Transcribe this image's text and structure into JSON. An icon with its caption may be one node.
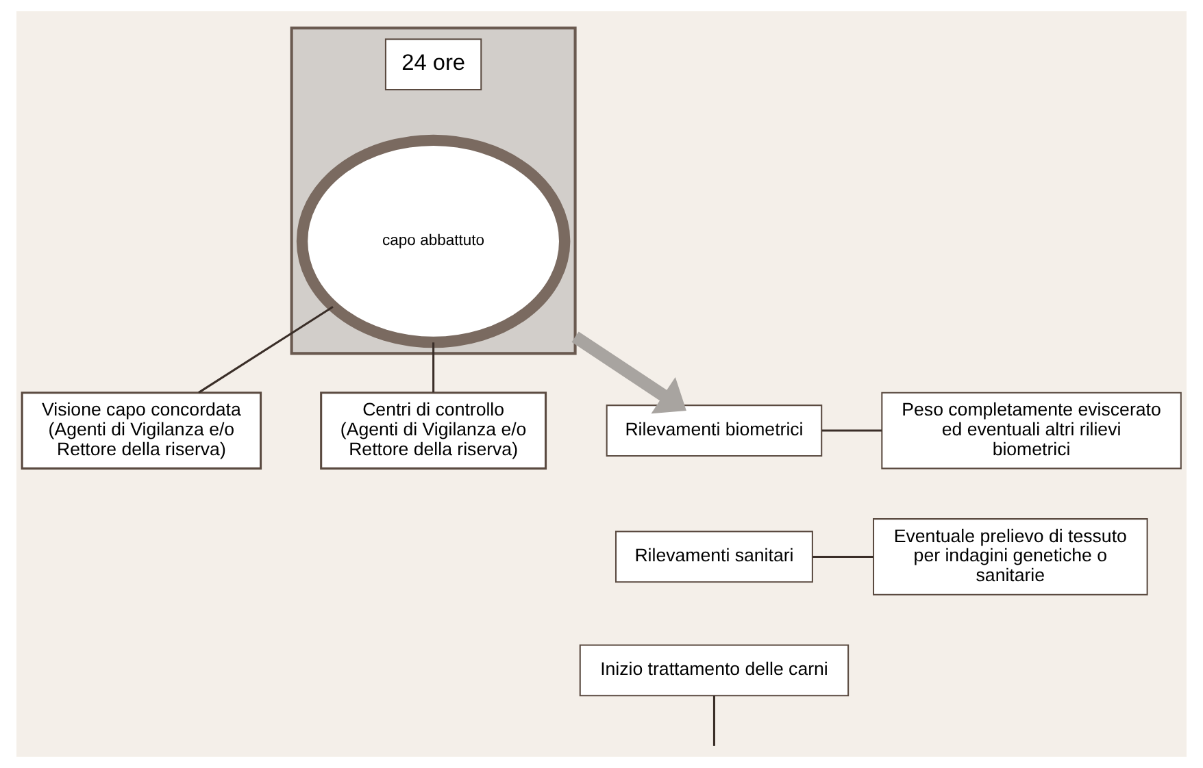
{
  "diagram": {
    "nodes": [
      {
        "text": [],
        "shape": "box"
      },
      {
        "text": [
          "24 ore"
        ],
        "in": 0
      },
      {
        "text": [
          "capo abbattuto"
        ],
        "in": 0
      },
      {
        "text": [
          "Visione capo concordata",
          "(Agenti di Vigilanza e/o Rettore della riserva)"
        ]
      },
      {
        "text": [
          "Centri di controllo",
          "(Agenti di Vigilanza e/o Rettore della riserva)"
        ]
      },
      {
        "text": [
          "Rilevamenti biometrici"
        ]
      },
      {
        "text": [
          "Rilevamenti sanitari"
        ]
      },
      {
        "text": [
          "Inizio trattamento delle carni"
        ]
      },
      {
        "text": [
          "Peso completamente eviscerato ed eventuali altri rilievi biometrici"
        ]
      },
      {
        "text": [
          "Eventuale prelievo di tessuto per indagini genetiche o sanitarie"
        ]
      }
    ],
    "edges": [
      {
        "from": 2,
        "to": 3,
        "arrow": "none"
      },
      {
        "from": 2,
        "to": 4,
        "arrow": "none"
      },
      {
        "from": 0,
        "to": 5,
        "arrow": "to",
        "style": "thick",
        "color": "#a8a4a0"
      },
      {
        "from": 5,
        "to": 8,
        "arrow": "none"
      },
      {
        "from": 6,
        "to": 9,
        "arrow": "none"
      },
      {
        "from": 7,
        "to": null,
        "arrow": "none"
      }
    ]
  }
}
